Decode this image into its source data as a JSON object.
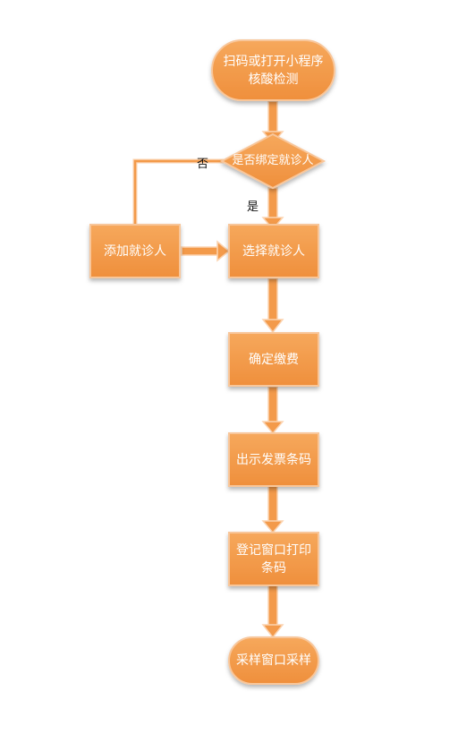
{
  "colors": {
    "node_fill": "#f39a4a",
    "node_border": "#f8c69a",
    "arrow": "#f39a4a",
    "arrow_highlight": "#fbd3b0",
    "text_on_node": "#ffffff",
    "label_text": "#111111"
  },
  "nodes": {
    "start": "扫码或打开小程序\n核酸检测",
    "decision": "是否绑定就诊人",
    "add_patient": "添加就诊人",
    "select_patient": "选择就诊人",
    "confirm_payment": "确定缴费",
    "show_barcode": "出示发票条码",
    "register_print": "登记窗口打印\n条码",
    "end": "采样窗口采样"
  },
  "edge_labels": {
    "no": "否",
    "yes": "是"
  }
}
